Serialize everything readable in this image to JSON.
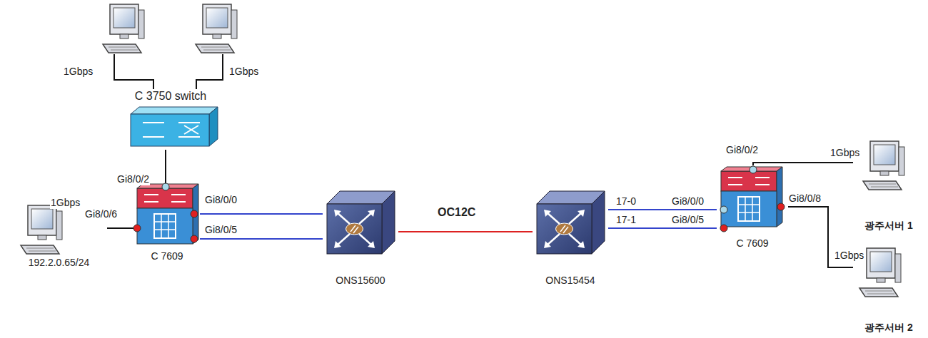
{
  "diagram": {
    "nodes": [
      {
        "text": [
          "C 3750 switch"
        ]
      },
      {
        "text": [
          "192.2.0.65/24"
        ]
      },
      {
        "text": [
          "C 7609"
        ]
      },
      {
        "text": [
          "ONS15600"
        ]
      },
      {
        "text": [
          "ONS15454"
        ]
      },
      {
        "text": [
          "C 7609"
        ]
      },
      {
        "text": [
          "광주서버 1"
        ]
      },
      {
        "text": [
          "광주서버 2"
        ]
      }
    ],
    "edges": [
      {
        "from": 0,
        "to": 2,
        "arrow": "none"
      },
      {
        "from": 1,
        "to": 2,
        "label": "1Gbps",
        "arrow": "none"
      },
      {
        "from": 2,
        "to": 3,
        "arrow": "none"
      },
      {
        "from": 2,
        "to": 3,
        "arrow": "none"
      },
      {
        "from": 3,
        "to": 4,
        "label": "OC12C",
        "arrow": "none"
      },
      {
        "from": 4,
        "to": 5,
        "arrow": "none"
      },
      {
        "from": 4,
        "to": 5,
        "arrow": "none"
      },
      {
        "from": 5,
        "to": 6,
        "label": "1Gbps",
        "arrow": "none"
      },
      {
        "from": 5,
        "to": 7,
        "label": "1Gbps",
        "arrow": "none"
      }
    ],
    "labels": [
      "1Gbps",
      "1Gbps",
      "Gi8/0/2",
      "Gi8/0/0",
      "Gi8/0/5",
      "Gi8/0/6",
      "17-0",
      "17-1",
      "Gi8/0/0",
      "Gi8/0/5",
      "Gi8/0/2",
      "Gi8/0/8"
    ]
  }
}
